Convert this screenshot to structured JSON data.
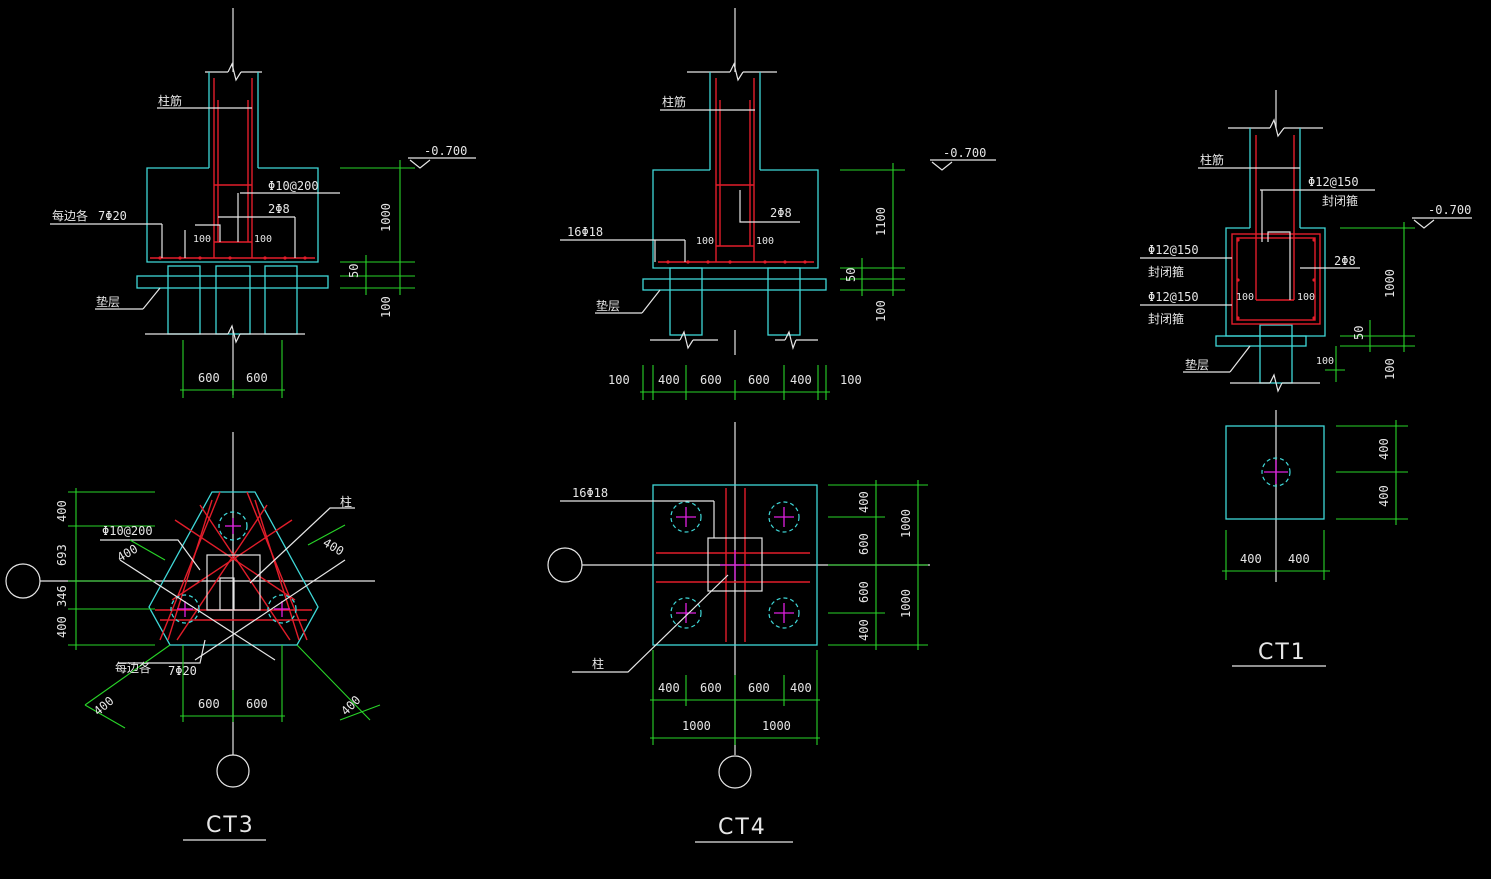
{
  "labels": {
    "column_bars": "柱筋",
    "column": "柱",
    "cushion": "垫层",
    "each_side": "每边各",
    "ring_stirrup": "封闭箍"
  },
  "ct3": {
    "title": "CT3",
    "elev": "-0.700",
    "stirrup": "Φ10@200",
    "bars_2": "2Φ8",
    "side_bars": "7Φ20",
    "d100a": "100",
    "d100b": "100",
    "h1000": "1000",
    "h50": "50",
    "h100": "100",
    "w600a": "600",
    "w600b": "600",
    "p400_1": "400",
    "p693": "693",
    "p346": "346",
    "p400_2": "400",
    "p400_dl": "400",
    "p400_ul": "400",
    "p400_ur": "400",
    "p400_dr": "400",
    "p600a": "600",
    "p600b": "600",
    "p_stirrup": "Φ10@200",
    "p_side": "7Φ20"
  },
  "ct4": {
    "title": "CT4",
    "elev": "-0.700",
    "bars_2": "2Φ8",
    "bars_16": "16Φ18",
    "d100a": "100",
    "d100b": "100",
    "h1100": "1100",
    "h50": "50",
    "h100": "100",
    "s100l": "100",
    "s400l": "400",
    "s600l": "600",
    "s600r": "600",
    "s400r": "400",
    "s100r": "100",
    "p_bars": "16Φ18",
    "pv400a": "400",
    "pv600a": "600",
    "pv600b": "600",
    "pv400b": "400",
    "pv1000a": "1000",
    "pv1000b": "1000",
    "ph400a": "400",
    "ph600a": "600",
    "ph600b": "600",
    "ph400b": "400",
    "ph1000a": "1000",
    "ph1000b": "1000"
  },
  "ct1": {
    "title": "CT1",
    "elev": "-0.700",
    "stirrup_top": "Φ12@150",
    "stirrup_a": "Φ12@150",
    "stirrup_b": "Φ12@150",
    "bars_2": "2Φ8",
    "d100a": "100",
    "d100b": "100",
    "d100c": "100",
    "h1000": "1000",
    "h50": "50",
    "h100": "100",
    "pv400a": "400",
    "pv400b": "400",
    "ph400a": "400",
    "ph400b": "400"
  },
  "colors": {
    "concrete": "#3fd8d8",
    "rebar": "#e21d2a",
    "dimension": "#28d428",
    "pile_cross": "#e020e0",
    "text": "#e6e6e6",
    "background": "#000000"
  }
}
